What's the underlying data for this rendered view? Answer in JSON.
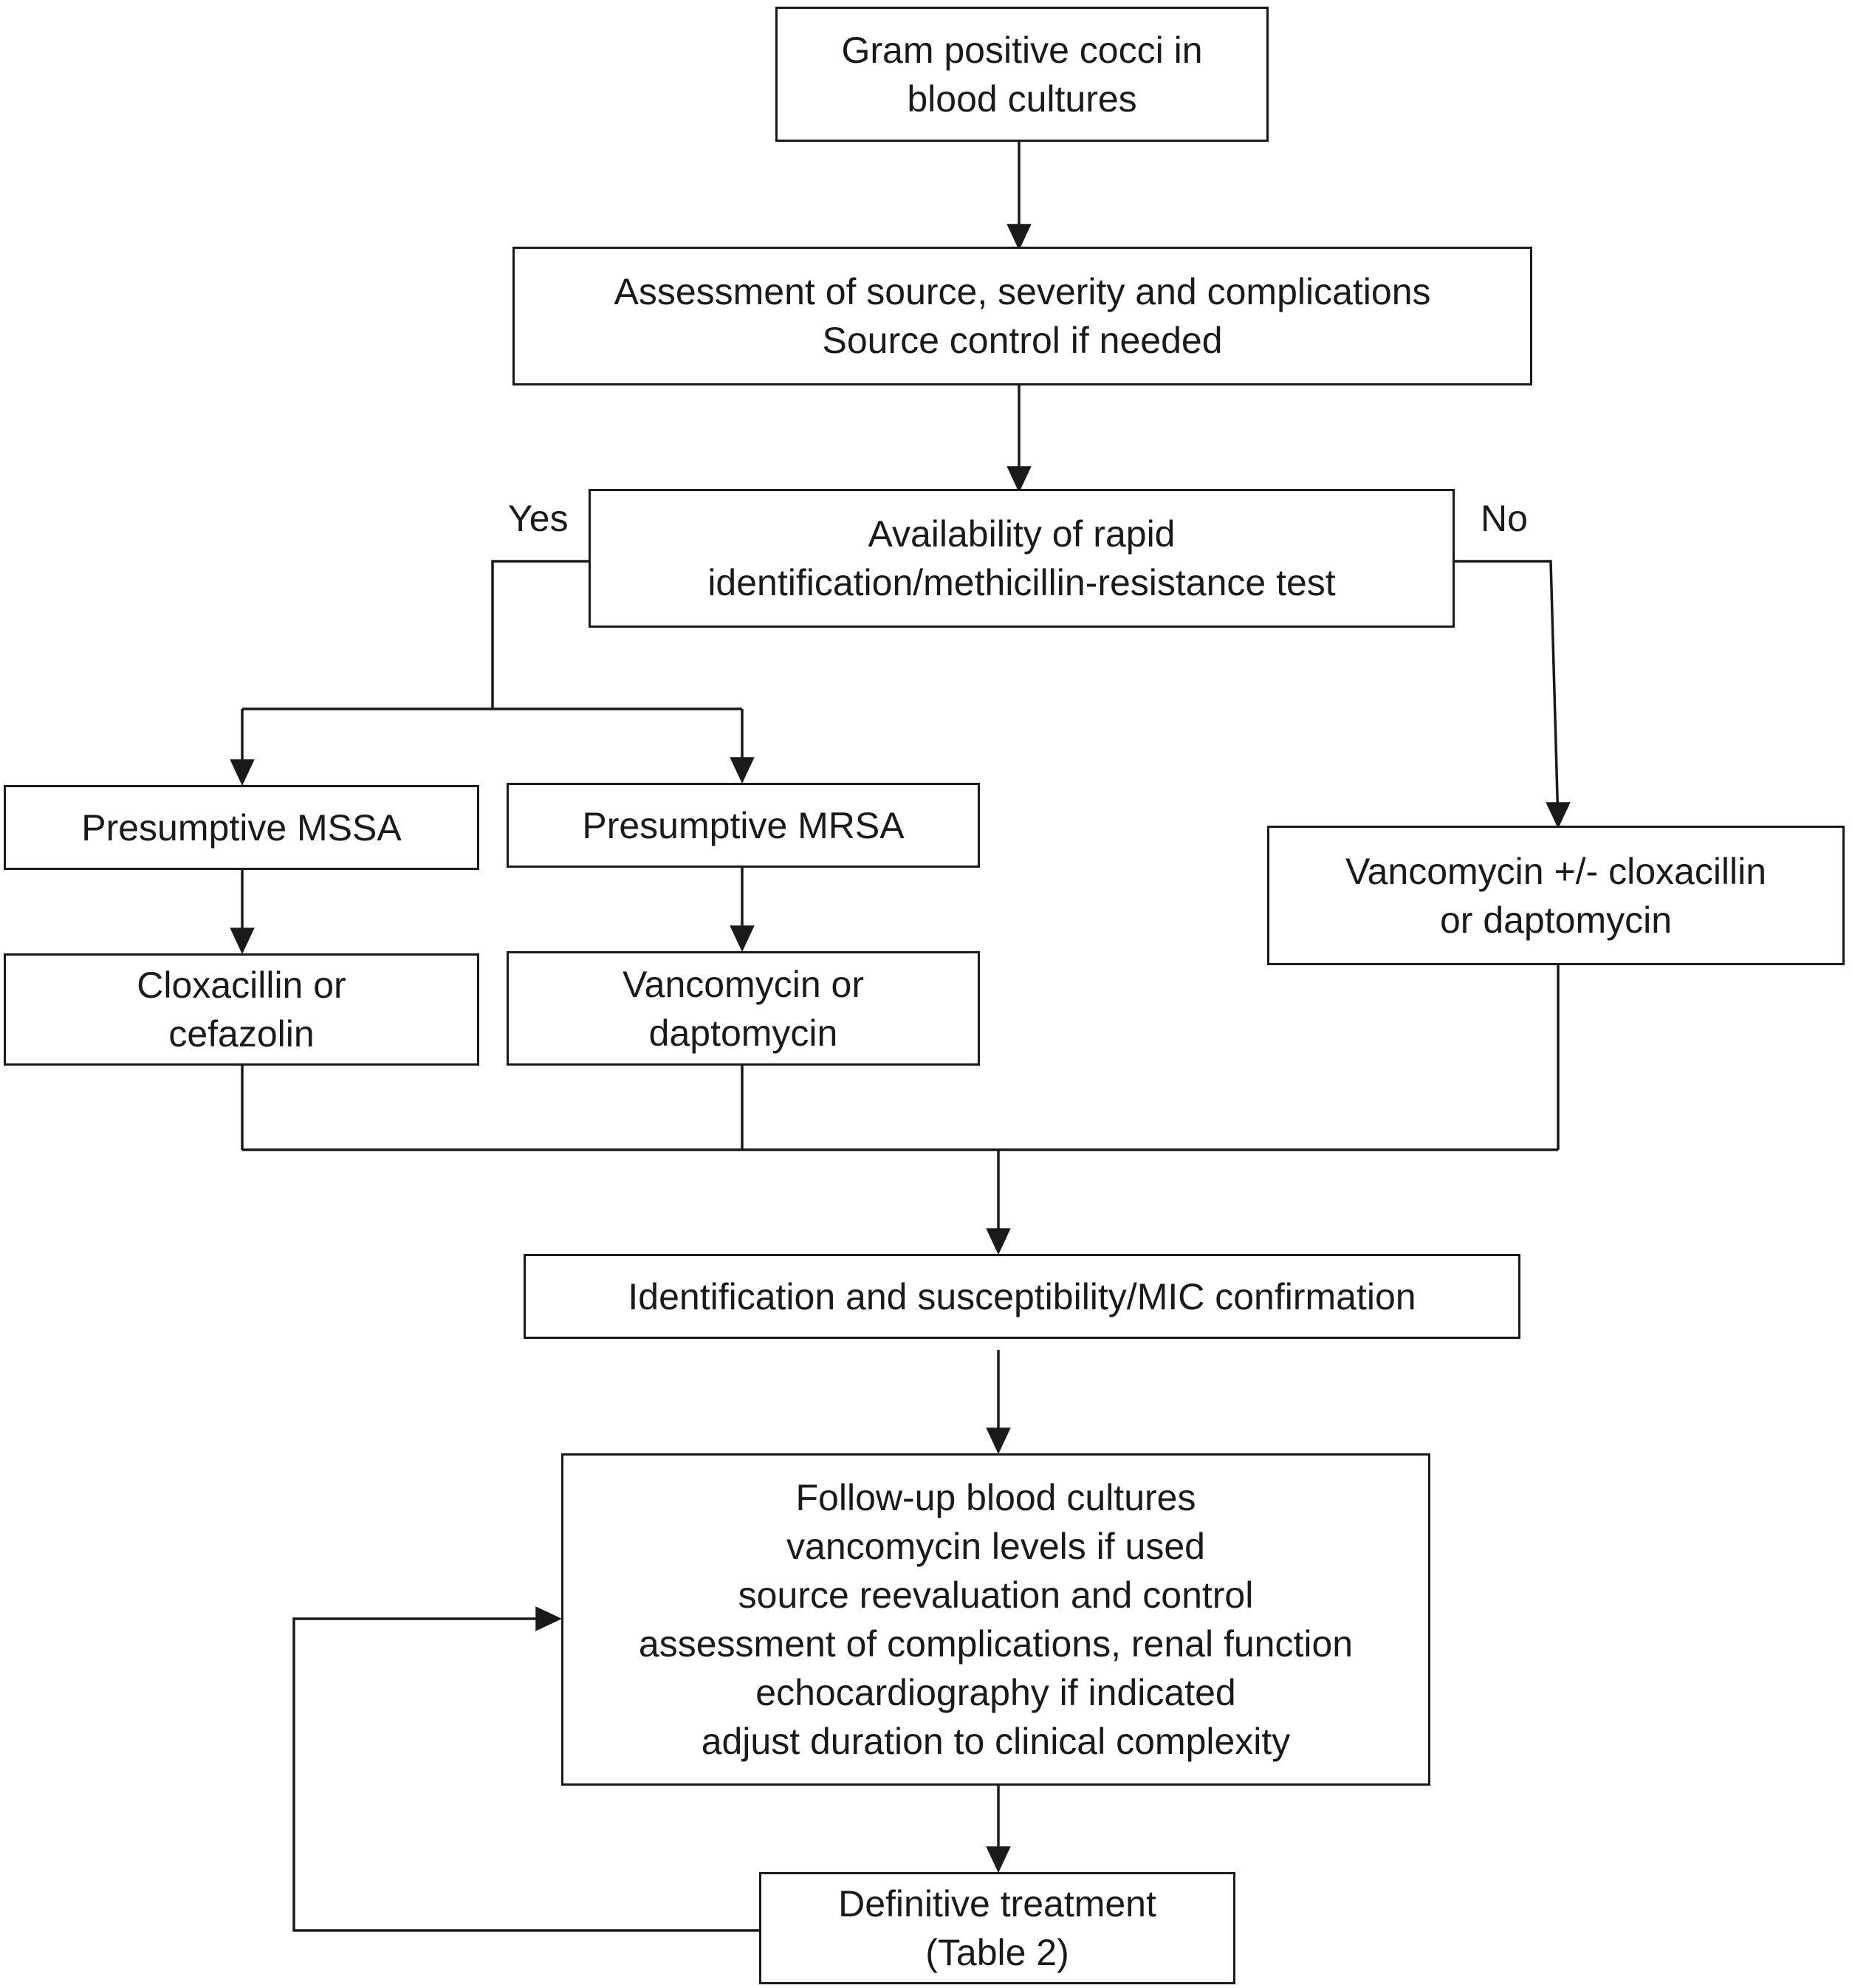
{
  "flowchart": {
    "start": {
      "lines": [
        "Gram positive cocci in",
        "blood cultures"
      ]
    },
    "assessment": {
      "lines": [
        "Assessment of source, severity and complications",
        "Source control if needed"
      ]
    },
    "rapid_test": {
      "lines": [
        "Availability of rapid",
        "identification/methicillin-resistance test"
      ]
    },
    "yes_label": "Yes",
    "no_label": "No",
    "mssa": {
      "lines": [
        "Presumptive MSSA"
      ]
    },
    "mrsa": {
      "lines": [
        "Presumptive MRSA"
      ]
    },
    "mssa_treatment": {
      "lines": [
        "Cloxacillin or",
        "cefazolin"
      ]
    },
    "mrsa_treatment": {
      "lines": [
        "Vancomycin or",
        "daptomycin"
      ]
    },
    "empiric_treatment": {
      "lines": [
        "Vancomycin +/- cloxacillin",
        "or daptomycin"
      ]
    },
    "confirmation": {
      "lines": [
        "Identification and susceptibility/MIC confirmation"
      ]
    },
    "follow_up": {
      "lines": [
        "Follow-up blood cultures",
        "vancomycin levels if used",
        "source reevaluation and control",
        "assessment of complications, renal function",
        "echocardiography if indicated",
        "adjust duration to clinical complexity"
      ]
    },
    "definitive": {
      "lines": [
        "Definitive treatment",
        "(Table 2)"
      ]
    }
  }
}
